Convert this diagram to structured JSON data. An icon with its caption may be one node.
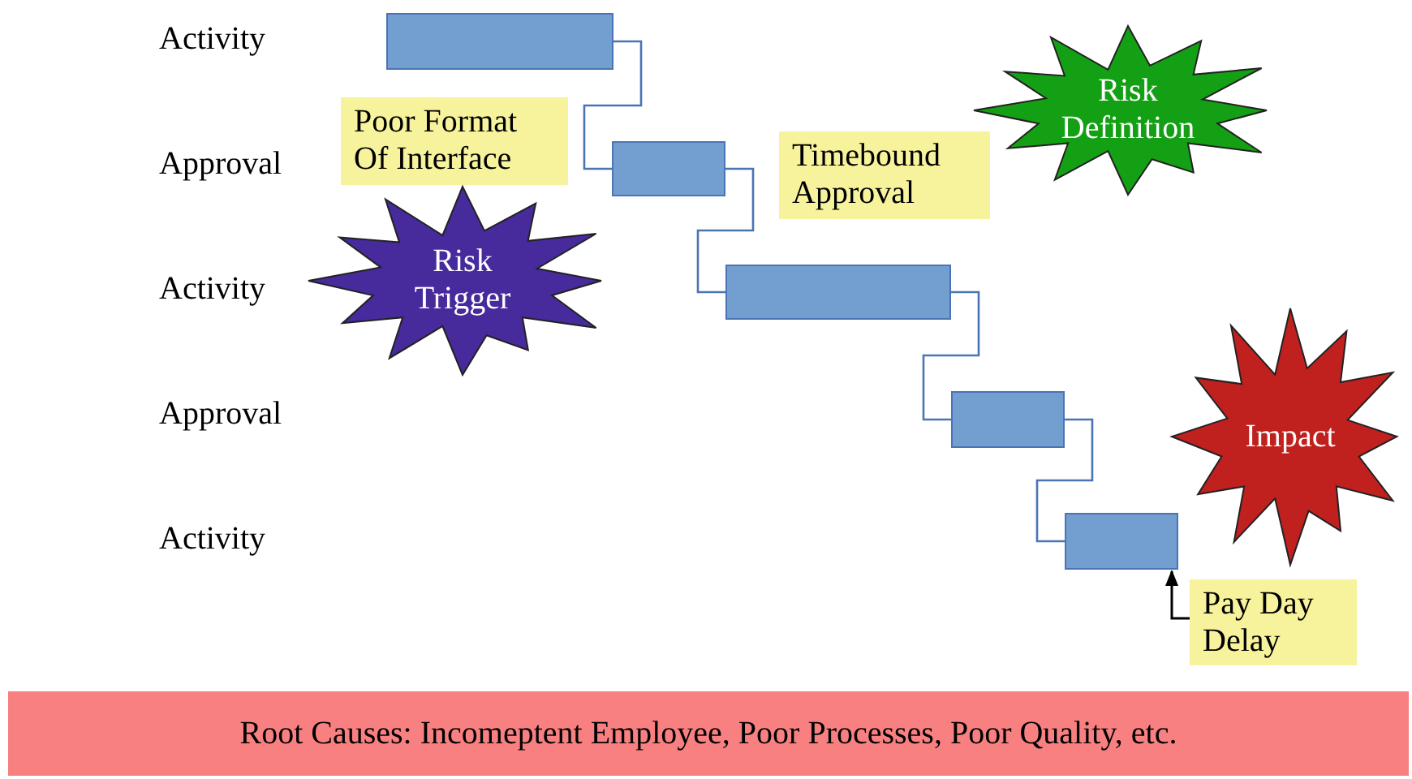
{
  "diagram": {
    "nodes": [
      {
        "text": [],
        "shape": "bar"
      },
      {
        "text": [
          "Risk Definition"
        ]
      },
      {
        "text": [
          "Poor Format Of Interface"
        ]
      },
      {
        "text": [],
        "shape": "bar"
      },
      {
        "text": [
          "Timebound Approval"
        ]
      },
      {
        "text": [
          "Risk Trigger"
        ]
      },
      {
        "text": [],
        "shape": "bar"
      },
      {
        "text": [],
        "shape": "bar"
      },
      {
        "text": [
          "Impact"
        ]
      },
      {
        "text": [],
        "shape": "bar"
      },
      {
        "text": [
          "Pay Day Delay"
        ]
      },
      {
        "text": [
          "Root Causes: Incomeptent Employee, Poor Processes, Poor Quality, etc."
        ]
      }
    ],
    "edges": [
      {
        "from": 0,
        "to": 3,
        "arrow": "none"
      },
      {
        "from": 3,
        "to": 6,
        "arrow": "none"
      },
      {
        "from": 6,
        "to": 7,
        "arrow": "none"
      },
      {
        "from": 7,
        "to": 9,
        "arrow": "none"
      },
      {
        "from": 10,
        "to": 9,
        "arrow": "to",
        "color": "#000000"
      }
    ],
    "labels": [
      "Activity",
      "Approval",
      "Activity",
      "Approval",
      "Activity"
    ]
  }
}
